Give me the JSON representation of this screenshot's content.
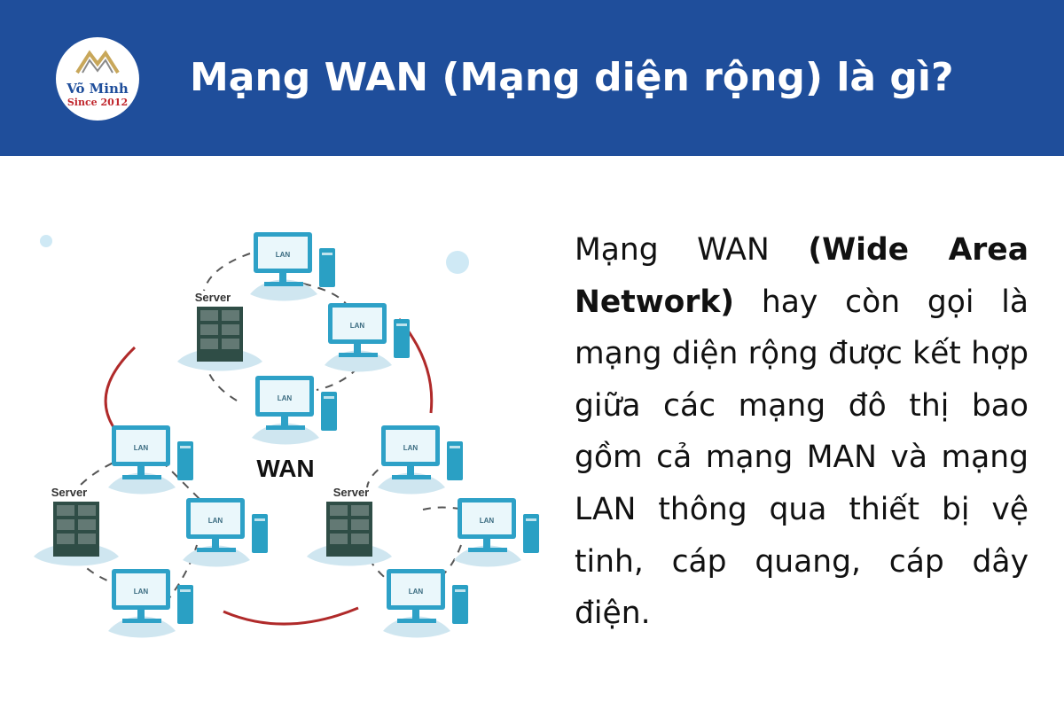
{
  "header": {
    "title": "Mạng WAN (Mạng diện rộng) là gì?",
    "background": "#1f4e9b"
  },
  "logo": {
    "name": "Võ Minh",
    "since": "Since 2012"
  },
  "diagram": {
    "center_label": "WAN",
    "server_label": "Server",
    "lan_label": "LAN",
    "colors": {
      "ring": "#b02a2a",
      "monitor": "#2ea1c7",
      "screen": "#eaf7fb",
      "server": "#2f4d46",
      "tower": "#2aa0c4",
      "shadow": "#cfe6f0",
      "dash": "#555555"
    }
  },
  "description": {
    "part1": "Mạng WAN ",
    "bold": "(Wide Area Network)",
    "part2": " hay còn gọi là mạng diện rộng được kết hợp giữa các mạng đô thị bao gồm cả mạng MAN và mạng LAN thông qua thiết bị vệ tinh, cáp quang, cáp dây điện."
  }
}
